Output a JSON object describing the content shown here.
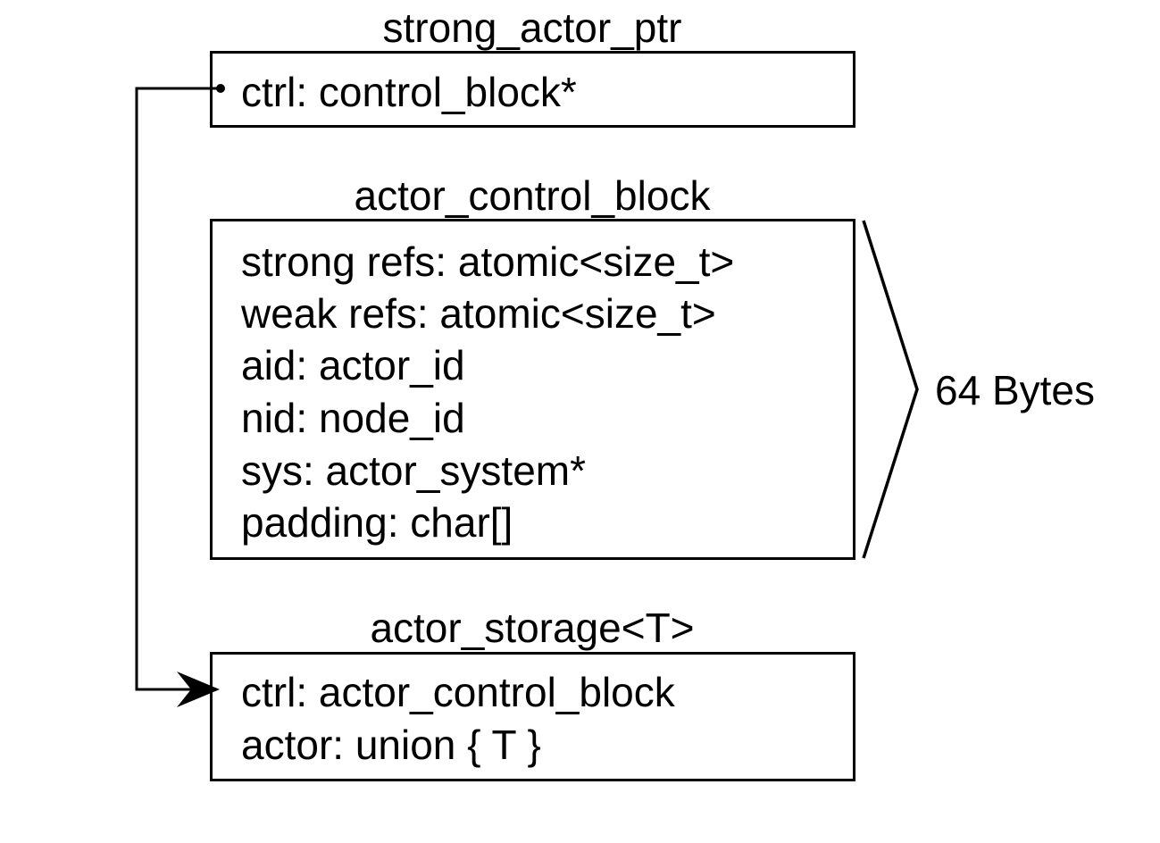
{
  "strong_actor_ptr": {
    "title": "strong_actor_ptr",
    "fields": [
      "ctrl: control_block*"
    ]
  },
  "actor_control_block": {
    "title": "actor_control_block",
    "fields": [
      "strong refs: atomic<size_t>",
      "weak refs: atomic<size_t>",
      "aid: actor_id",
      "nid: node_id",
      "sys: actor_system*",
      "padding: char[]"
    ],
    "size_label": "64 Bytes"
  },
  "actor_storage": {
    "title": "actor_storage<T>",
    "fields": [
      "ctrl: actor_control_block",
      "actor: union { T }"
    ]
  }
}
